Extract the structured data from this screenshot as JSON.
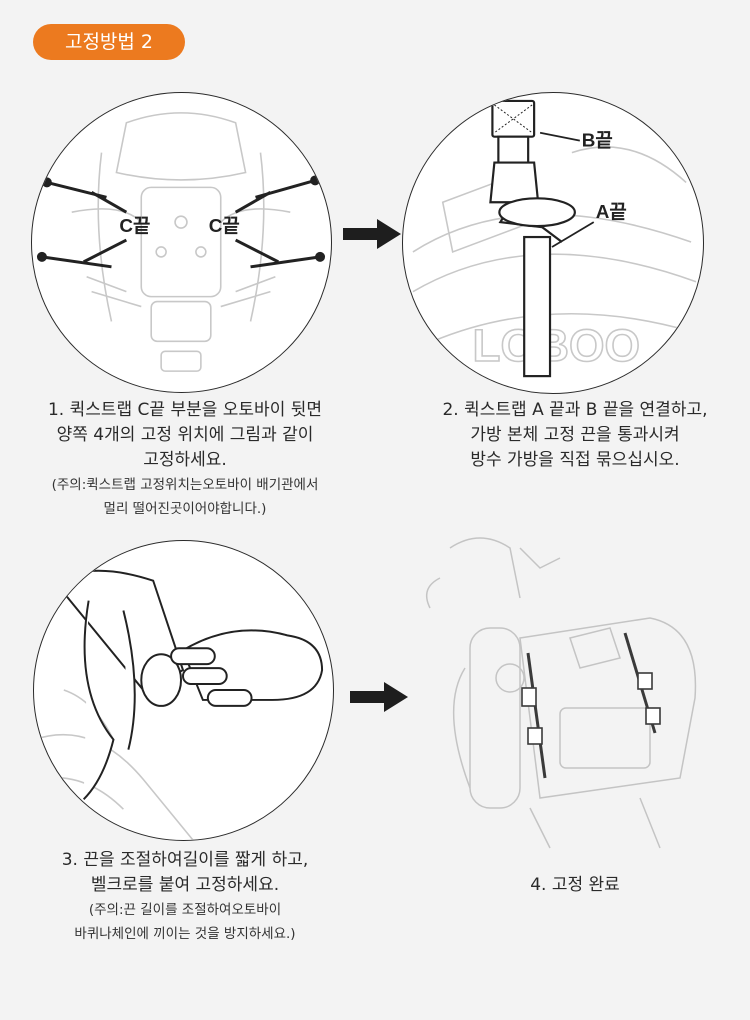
{
  "badge": "고정방법 2",
  "labels": {
    "c_end_left": "C끝",
    "c_end_right": "C끝",
    "b_end": "B끝",
    "a_end": "A끝"
  },
  "steps": [
    {
      "lines": [
        "1. 퀵스트랩 C끝 부분을 오토바이 뒷면",
        "양쪽 4개의 고정 위치에 그림과 같이",
        "고정하세요."
      ],
      "note": [
        "(주의:퀵스트랩 고정위치는오토바이 배기관에서",
        "멀리 떨어진곳이어야합니다.)"
      ]
    },
    {
      "lines": [
        "2. 퀵스트랩  A 끝과 B 끝을 연결하고,",
        "가방 본체 고정 끈을 통과시켜",
        "방수 가방을 직접 묶으십시오."
      ]
    },
    {
      "lines": [
        "3. 끈을 조절하여길이를 짧게 하고,",
        "벨크로를 붙여 고정하세요."
      ],
      "note": [
        "(주의:끈 길이를 조절하여오토바이",
        "바퀴나체인에 끼이는 것을 방지하세요.)"
      ]
    },
    {
      "lines": [
        "4. 고정 완료"
      ]
    }
  ],
  "colors": {
    "badge": "#ec7a1f",
    "background": "#f3f3f3",
    "line": "#2b2b2b"
  },
  "icons": [
    "arrow-right-icon"
  ]
}
